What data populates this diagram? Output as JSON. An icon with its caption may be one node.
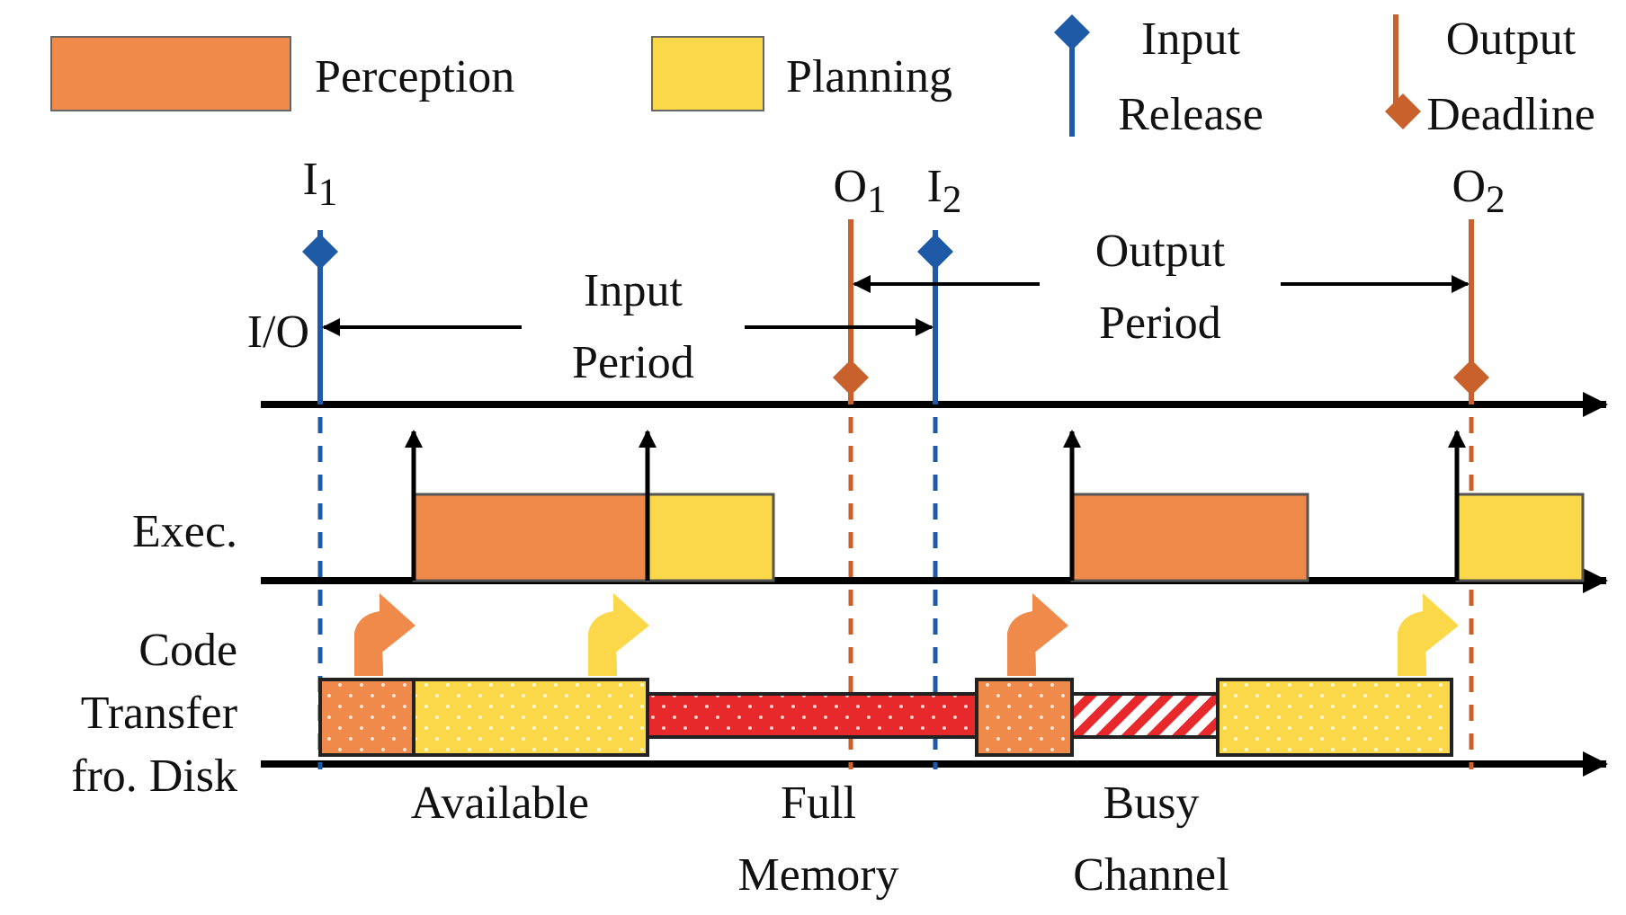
{
  "diagram": {
    "labels": [
      "I$_{1}$",
      "O$_{1}$",
      "I$_{2}$",
      "O$_{2}$",
      "Output Period",
      "I/O",
      "Input Period",
      "Exec.",
      "Code Transfer fro. Disk",
      "Available",
      "Full Memory",
      "Busy Channel"
    ],
    "legend": [
      {
        "text": "Perception",
        "color": "#f08a4b"
      },
      {
        "text": "Planning",
        "color": "#fbd84a"
      },
      {
        "text": "Input Release"
      },
      {
        "text": "Output Deadline"
      }
    ]
  }
}
